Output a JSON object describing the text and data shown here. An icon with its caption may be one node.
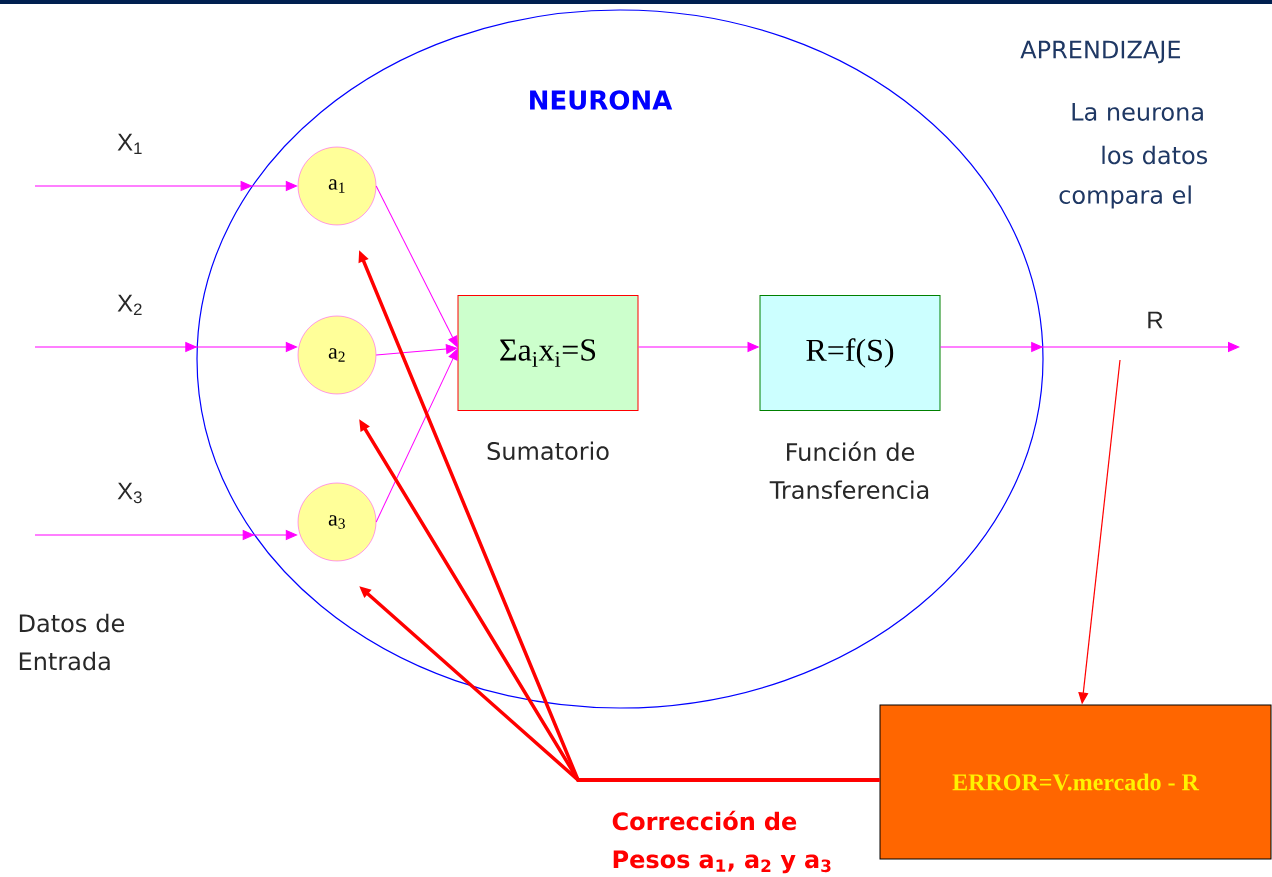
{
  "diagram": {
    "nodes": [
      {
        "text": [
          "NEURONA"
        ]
      },
      {
        "text": [
          "a$_{1}$"
        ],
        "in": 0
      },
      {
        "text": [
          "a$_{2}$"
        ],
        "in": 0
      },
      {
        "text": [
          "a$_{3}$"
        ],
        "in": 0
      },
      {
        "text": [
          "Σa$_{i}$x$_{i}$=S"
        ],
        "beside": [
          "Sumatorio"
        ],
        "in": 0
      },
      {
        "text": [
          "R=f(S)"
        ],
        "beside": [
          "Función de Transferencia"
        ],
        "in": 0
      },
      {
        "text": [
          "ERROR=V.mercado - R"
        ]
      }
    ],
    "edges": [
      {
        "from": null,
        "to": 1,
        "arrow": "to",
        "label": "X$_{1}$"
      },
      {
        "from": null,
        "to": 2,
        "arrow": "to",
        "label": "X$_{2}$"
      },
      {
        "from": null,
        "to": 3,
        "arrow": "to",
        "label": "X$_{3}$"
      },
      {
        "from": 1,
        "to": 4,
        "arrow": "to"
      },
      {
        "from": 2,
        "to": 4,
        "arrow": "to"
      },
      {
        "from": 3,
        "to": 4,
        "arrow": "to"
      },
      {
        "from": 4,
        "to": 5,
        "arrow": "to"
      },
      {
        "from": 5,
        "to": null,
        "arrow": "to",
        "label": "R"
      },
      {
        "from": null,
        "to": 6,
        "arrow": "to",
        "color": "#ff0000"
      },
      {
        "from": 6,
        "to": 1,
        "arrow": "to",
        "style": "thick",
        "color": "#ff0000"
      },
      {
        "from": 6,
        "to": 2,
        "arrow": "to",
        "style": "thick",
        "color": "#ff0000"
      },
      {
        "from": 6,
        "to": 3,
        "arrow": "to",
        "style": "thick",
        "color": "#ff0000"
      }
    ],
    "labels": [
      "APRENDIZAJE",
      "La neurona",
      "los datos",
      "compara el",
      "Datos de Entrada",
      "Corrección de Pesos a$_{1}$, a$_{2}$ y a$_{3}$"
    ]
  }
}
